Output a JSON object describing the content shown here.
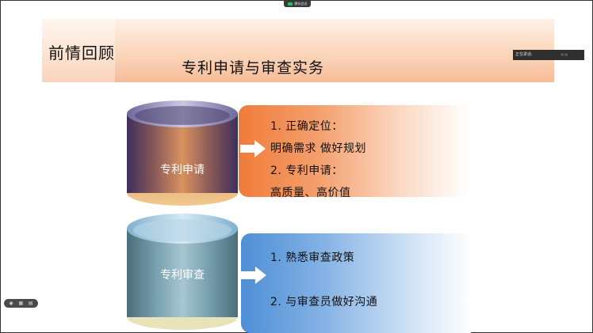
{
  "app": {
    "share_indicator_label": "腾讯会议",
    "speaking_label": "正在讲话:",
    "toolbar_icons": [
      "camera-icon",
      "grid-icon",
      "layout-icon"
    ]
  },
  "slide": {
    "title": "前情回顾",
    "subtitle": "专利申请与审查实务",
    "sections": [
      {
        "cylinder_label": "专利申请",
        "lines": [
          "1. 正确定位：",
          "明确需求  做好规划",
          "2. 专利申请：",
          "高质量、高价值"
        ]
      },
      {
        "cylinder_label": "专利审查",
        "lines": [
          "1. 熟悉审查政策",
          "2. 与审查员做好沟通"
        ]
      }
    ]
  },
  "colors": {
    "banner_gradient_end": "#f6bc98",
    "panel1_accent": "#f07b39",
    "panel2_accent": "#4e8fd6"
  }
}
